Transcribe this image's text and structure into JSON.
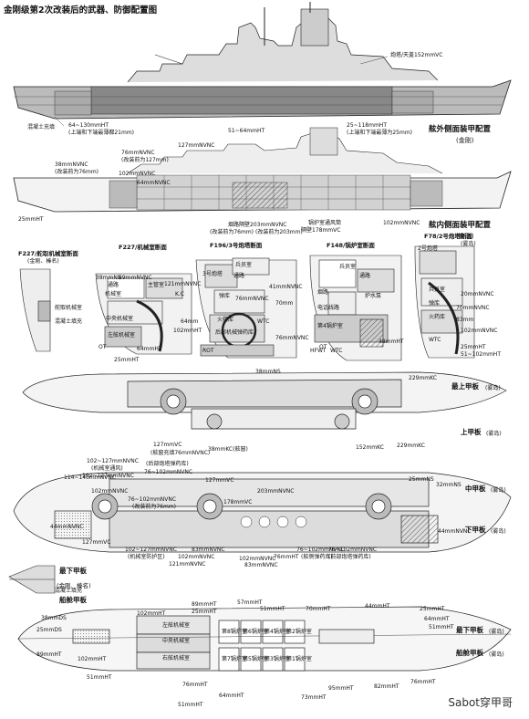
{
  "title": "金刚级第2次改装后的武器、防御配置图",
  "watermark": "Sabot穿甲哥",
  "section_headers": {
    "outer_armor": "舷外侧面装甲配置",
    "outer_armor_sub": "(金刚)",
    "inner_armor": "舷内侧面装甲配置",
    "inner_armor_sub": "(金刚)",
    "f227_rudder": "F227/舵取机械室断面",
    "f227_rudder_sub": "(金刚、榛名)",
    "f227_engine": "F227/机械室断面",
    "f196_turret": "F196/3号炮塔断面",
    "f148_boiler": "F148/锅炉室断面",
    "f78_turret": "F78/2号炮塔断面",
    "f78_sub": "(雾岛)",
    "upper_deck": "最上甲板",
    "upper_deck_sub": "(雾岛)",
    "upper_deck2": "上甲板",
    "upper_deck2_sub": "(雾岛)",
    "middle_deck": "中甲板",
    "middle_deck_sub": "(雾岛)",
    "lower_deck": "下甲板",
    "lower_deck_sub": "(雾岛)",
    "bottom_deck": "最下甲板",
    "bottom_deck_sub": "(金刚、榛名)",
    "platform_deck": "船舱甲板",
    "lower_deck_b": "最下甲板",
    "lower_deck_b_sub": "(雾岛)",
    "platform_deck_b": "船舱甲板",
    "platform_deck_b_sub": "(雾岛)"
  },
  "hull_labels": [
    {
      "id": "l1",
      "text": "炮塔/天盖152mmVC"
    },
    {
      "id": "l2",
      "text": "混凝土充填"
    },
    {
      "id": "l3",
      "text": "64~130mmHT"
    },
    {
      "id": "l4",
      "text": "(上端和下端最薄都21mm)"
    },
    {
      "id": "l5",
      "text": "51~64mmHT"
    },
    {
      "id": "l6",
      "text": "25~118mmHT"
    },
    {
      "id": "l7",
      "text": "(上端和下端最薄为25mm)"
    },
    {
      "id": "l8",
      "text": "127mmNVNC"
    },
    {
      "id": "l9",
      "text": "76mmNVNC"
    },
    {
      "id": "l10",
      "text": "(改装前为127mm)"
    },
    {
      "id": "l11",
      "text": "38mmNVNC"
    },
    {
      "id": "l12",
      "text": "(改装前为76mm)"
    },
    {
      "id": "l13",
      "text": "102mmNVNC"
    },
    {
      "id": "l14",
      "text": "64mmNVNC"
    },
    {
      "id": "l15",
      "text": "25mmHT"
    },
    {
      "id": "l16",
      "text": "烟路隔壁203mmNVNC"
    },
    {
      "id": "l17",
      "text": "(改装前为76mm)"
    },
    {
      "id": "l18",
      "text": "(改装前为203mm)"
    },
    {
      "id": "l19",
      "text": "锅炉室通风筒"
    },
    {
      "id": "l20",
      "text": "隔壁178mmVC"
    },
    {
      "id": "l21",
      "text": "102mmNVNC"
    }
  ],
  "section_labels": [
    {
      "id": "s1",
      "text": "38mmNS"
    },
    {
      "id": "s2",
      "text": "89mmNVNC"
    },
    {
      "id": "s3",
      "text": "通路"
    },
    {
      "id": "s4",
      "text": "机械室"
    },
    {
      "id": "s5",
      "text": "主管室"
    },
    {
      "id": "s6",
      "text": "K.C"
    },
    {
      "id": "s7",
      "text": "121mmNVNC"
    },
    {
      "id": "s8",
      "text": "舵取机械室"
    },
    {
      "id": "s9",
      "text": "混凝土填充"
    },
    {
      "id": "s10",
      "text": "中央机械室"
    },
    {
      "id": "s11",
      "text": "左舷机械室"
    },
    {
      "id": "s12",
      "text": "OT"
    },
    {
      "id": "s13",
      "text": "25mmHT"
    },
    {
      "id": "s14",
      "text": "64mmHT"
    },
    {
      "id": "s15",
      "text": "64mm"
    },
    {
      "id": "s16",
      "text": "102mmHT"
    },
    {
      "id": "s17",
      "text": "3号炮塔"
    },
    {
      "id": "s18",
      "text": "兵员室"
    },
    {
      "id": "s19",
      "text": "通路"
    },
    {
      "id": "s20",
      "text": "弹库"
    },
    {
      "id": "s21",
      "text": "火药库"
    },
    {
      "id": "s22",
      "text": "后部机械弹药库"
    },
    {
      "id": "s23",
      "text": "WTC"
    },
    {
      "id": "s24",
      "text": "ROT"
    },
    {
      "id": "s25",
      "text": "76mmNVNC"
    },
    {
      "id": "s26",
      "text": "70mm"
    },
    {
      "id": "s27",
      "text": "41mmNVNC"
    },
    {
      "id": "s28",
      "text": "烟路"
    },
    {
      "id": "s29",
      "text": "兵员室"
    },
    {
      "id": "s30",
      "text": "通路"
    },
    {
      "id": "s31",
      "text": "电话线路"
    },
    {
      "id": "s32",
      "text": "第4锅炉室"
    },
    {
      "id": "s33",
      "text": "OT"
    },
    {
      "id": "s34",
      "text": "炉水泵"
    },
    {
      "id": "s35",
      "text": "2号炮塔"
    },
    {
      "id": "s36",
      "text": "弹库"
    },
    {
      "id": "s37",
      "text": "火药库"
    },
    {
      "id": "s38",
      "text": "兵员室"
    },
    {
      "id": "s39",
      "text": "WTC"
    },
    {
      "id": "s40",
      "text": "20mmNVNC"
    },
    {
      "id": "s41",
      "text": "70mmNVNC"
    },
    {
      "id": "s42",
      "text": "102mmNVNC"
    },
    {
      "id": "s43",
      "text": "83mm"
    },
    {
      "id": "s44",
      "text": "25mmHT"
    },
    {
      "id": "s45",
      "text": "51~102mmHT"
    },
    {
      "id": "s46",
      "text": "48mmHT"
    },
    {
      "id": "s47",
      "text": "76mmNVNC"
    },
    {
      "id": "s48",
      "text": "HFWT"
    },
    {
      "id": "s49",
      "text": "WTC"
    }
  ],
  "deck_labels": [
    {
      "id": "d1",
      "text": "38mmNS"
    },
    {
      "id": "d2",
      "text": "229mmKC"
    },
    {
      "id": "d3",
      "text": "127mmVC"
    },
    {
      "id": "d4",
      "text": "(舷窗充填76mmNVNC)"
    },
    {
      "id": "d5",
      "text": "38mmKC(舷窗)"
    },
    {
      "id": "d6",
      "text": "152mmKC"
    },
    {
      "id": "d7",
      "text": "229mmKC"
    },
    {
      "id": "d8",
      "text": "102~127mmNVNC"
    },
    {
      "id": "d9",
      "text": "(机械室通风)"
    },
    {
      "id": "d10",
      "text": "102~127mmNVNC"
    },
    {
      "id": "d11",
      "text": "114~140mmNVNC"
    },
    {
      "id": "d12",
      "text": "127mmVC"
    },
    {
      "id": "d13",
      "text": "76~102mmNVNC"
    },
    {
      "id": "d14",
      "text": "(后部炮塔弹药库)"
    },
    {
      "id": "d15",
      "text": "25mmNS"
    },
    {
      "id": "d16",
      "text": "32mmNS"
    },
    {
      "id": "d17",
      "text": "102mmNVNC"
    },
    {
      "id": "d18",
      "text": "76~102mmNVNC"
    },
    {
      "id": "d19",
      "text": "(改装前为76mm)"
    },
    {
      "id": "d20",
      "text": "178mmVC"
    },
    {
      "id": "d21",
      "text": "203mmNVNC"
    },
    {
      "id": "d22",
      "text": "44mmNVNC"
    },
    {
      "id": "d23",
      "text": "127mmVC"
    },
    {
      "id": "d24",
      "text": "102~127mmNVNC"
    },
    {
      "id": "d25",
      "text": "(机械室防护区)"
    },
    {
      "id": "d26",
      "text": "102mmNVNC"
    },
    {
      "id": "d27",
      "text": "83mmNVNC"
    },
    {
      "id": "d28",
      "text": "76mmHT"
    },
    {
      "id": "d29",
      "text": "76~102mmNVNC"
    },
    {
      "id": "d30",
      "text": "(舷侧弹药库)"
    },
    {
      "id": "d31",
      "text": "76~102mmNVNC"
    },
    {
      "id": "d32",
      "text": "(前部炮塔弹药库)"
    },
    {
      "id": "d33",
      "text": "44mmNVNC"
    },
    {
      "id": "d34",
      "text": "121mmNVNC"
    },
    {
      "id": "d35",
      "text": "102mmNVNC"
    },
    {
      "id": "d36",
      "text": "83mmNVNC"
    }
  ],
  "bottom_labels": [
    {
      "id": "b1",
      "text": "混凝土填充"
    },
    {
      "id": "b2",
      "text": "38mmDS"
    },
    {
      "id": "b3",
      "text": "25mmDS"
    },
    {
      "id": "b4",
      "text": "89mmHT"
    },
    {
      "id": "b5",
      "text": "102mmHT"
    },
    {
      "id": "b6",
      "text": "25mmHT"
    },
    {
      "id": "b7",
      "text": "57mmHT"
    },
    {
      "id": "b8",
      "text": "51mmHT"
    },
    {
      "id": "b9",
      "text": "70mmHT"
    },
    {
      "id": "b10",
      "text": "44mmHT"
    },
    {
      "id": "b11",
      "text": "25mmHT"
    },
    {
      "id": "b12",
      "text": "64mmHT"
    },
    {
      "id": "b13",
      "text": "51mmHT"
    },
    {
      "id": "b14",
      "text": "左舷机械室"
    },
    {
      "id": "b15",
      "text": "中央机械室"
    },
    {
      "id": "b16",
      "text": "右舷机械室"
    },
    {
      "id": "b17",
      "text": "第8锅炉室"
    },
    {
      "id": "b18",
      "text": "第6锅炉室"
    },
    {
      "id": "b19",
      "text": "第4锅炉室"
    },
    {
      "id": "b20",
      "text": "第2锅炉室"
    },
    {
      "id": "b21",
      "text": "第7锅炉室"
    },
    {
      "id": "b22",
      "text": "第5锅炉室"
    },
    {
      "id": "b23",
      "text": "第3锅炉室"
    },
    {
      "id": "b24",
      "text": "第1锅炉室"
    },
    {
      "id": "b25",
      "text": "89mmHT"
    },
    {
      "id": "b26",
      "text": "102mmHT"
    },
    {
      "id": "b27",
      "text": "51mmHT"
    },
    {
      "id": "b28",
      "text": "76mmHT"
    },
    {
      "id": "b29",
      "text": "64mmHT"
    },
    {
      "id": "b30",
      "text": "73mmHT"
    },
    {
      "id": "b31",
      "text": "95mmHT"
    },
    {
      "id": "b32",
      "text": "82mmHT"
    },
    {
      "id": "b33",
      "text": "76mmHT"
    },
    {
      "id": "b34",
      "text": "51mmHT"
    }
  ],
  "colors": {
    "line": "#1a1a1a",
    "hull_dark": "#8a8a8a",
    "hull_mid": "#b4b4b4",
    "hull_light": "#d6d6d6",
    "paper": "#ffffff"
  }
}
